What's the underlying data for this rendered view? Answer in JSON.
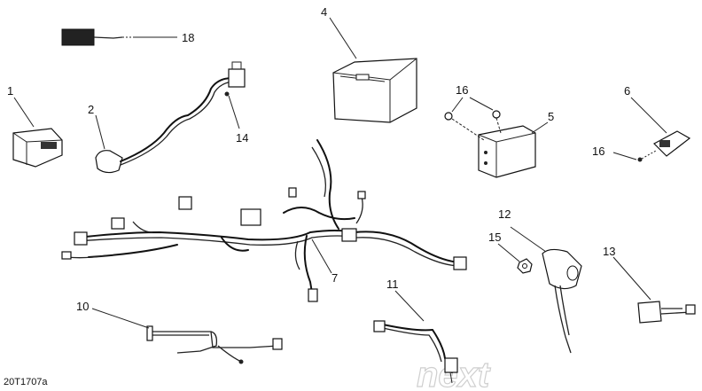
{
  "diagram": {
    "reference_code": "20T1707a",
    "watermark": "next",
    "callouts": [
      {
        "id": "c1",
        "text": "1"
      },
      {
        "id": "c2",
        "text": "2"
      },
      {
        "id": "c4",
        "text": "4"
      },
      {
        "id": "c5",
        "text": "5"
      },
      {
        "id": "c6",
        "text": "6"
      },
      {
        "id": "c7",
        "text": "7"
      },
      {
        "id": "c10",
        "text": "10"
      },
      {
        "id": "c11",
        "text": "11"
      },
      {
        "id": "c12",
        "text": "12"
      },
      {
        "id": "c13",
        "text": "13"
      },
      {
        "id": "c14",
        "text": "14"
      },
      {
        "id": "c15",
        "text": "15"
      },
      {
        "id": "c16a",
        "text": "16"
      },
      {
        "id": "c16b",
        "text": "16"
      },
      {
        "id": "c18",
        "text": "18"
      }
    ]
  }
}
